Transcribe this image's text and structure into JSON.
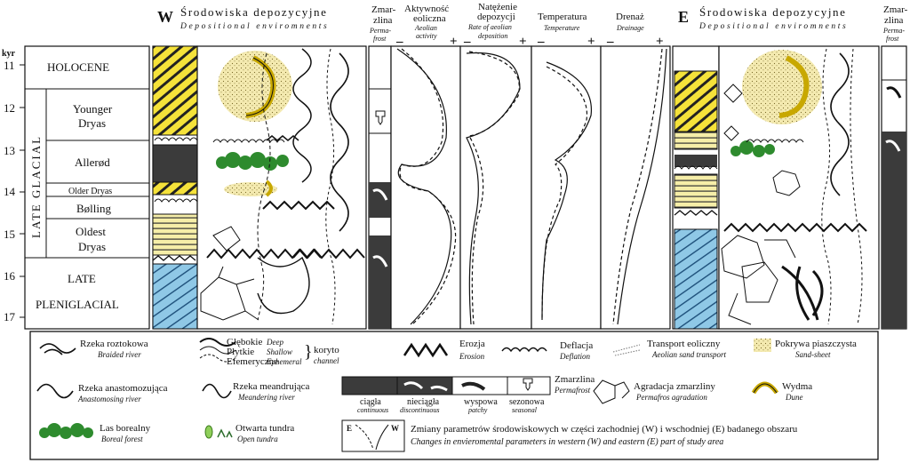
{
  "header": {
    "west_letter": "W",
    "east_letter": "E",
    "env_pl": "Środowiska depozycyjne",
    "env_en": "Depositional enviromnents",
    "perm_pl_1": "Zmar-",
    "perm_pl_2": "zlina",
    "perm_en_1": "Perma-",
    "perm_en_2": "frost",
    "aeol_pl_1": "Aktywność",
    "aeol_pl_2": "eoliczna",
    "aeol_en_1": "Aeolian",
    "aeol_en_2": "activity",
    "rate_pl_1": "Natężenie",
    "rate_pl_2": "depozycji",
    "rate_en_1": "Rate of aeolian",
    "rate_en_2": "deposition",
    "temp_pl": "Temperatura",
    "temp_en": "Temperature",
    "drain_pl": "Drenaż",
    "drain_en": "Drainage",
    "minus": "–",
    "plus": "+"
  },
  "axis": {
    "unit": "kyr",
    "ticks": [
      "11",
      "12",
      "13",
      "14",
      "15",
      "16",
      "17"
    ]
  },
  "periods": {
    "holocene": "HOLOCENE",
    "late_glacial": "LATE GLACIAL",
    "younger_1": "Younger",
    "younger_2": "Dryas",
    "allerod": "Allerød",
    "older_dryas": "Older Dryas",
    "bolling": "Bølling",
    "oldest_1": "Oldest",
    "oldest_2": "Dryas",
    "late_pleni_1": "LATE",
    "late_pleni_2": "PLENIGLACIAL"
  },
  "legend": {
    "braided_pl": "Rzeka roztokowa",
    "braided_en": "Braided river",
    "deep_pl": "Głębokie",
    "shallow_pl": "Płytkie",
    "ephem_pl": "Efemeryczne",
    "deep_en": "Deep",
    "shallow_en": "Shallow",
    "ephem_en": "Ephemeral",
    "channel_pl": "koryto",
    "channel_en": "channel",
    "erosion_pl": "Erozja",
    "erosion_en": "Erosion",
    "deflation_pl": "Deflacja",
    "deflation_en": "Deflation",
    "transport_pl": "Transport eoliczny",
    "transport_en": "Aeolian sand transport",
    "sheet_pl": "Pokrywa piaszczysta",
    "sheet_en": "Sand-sheet",
    "anast_pl": "Rzeka anastomozująca",
    "anast_en": "Anastomosing river",
    "meander_pl": "Rzeka meandrująca",
    "meander_en": "Meandering river",
    "cont_pl": "ciągła",
    "cont_en": "continuous",
    "disc_pl": "nieciągła",
    "disc_en": "discontinuous",
    "patchy_pl": "wyspowa",
    "patchy_en": "patchy",
    "seas_pl": "sezonowa",
    "seas_en": "seasonal",
    "permafrost_pl": "Zmarzlina",
    "permafrost_en": "Permafrost",
    "aggr_pl": "Agradacja zmarzliny",
    "aggr_en": "Permafros agradation",
    "dune_pl": "Wydma",
    "dune_en": "Dune",
    "forest_pl": "Las borealny",
    "forest_en": "Boreal forest",
    "tundra_pl": "Otwarta tundra",
    "tundra_en": "Open tundra",
    "changes_pl": "Zmiany parametrów środowiskowych w części zachodniej (W) i wschodniej (E) badanego obszaru",
    "changes_en": "Changes in envieromental parameters in western (W) and eastern (E) part of study area",
    "box_e": "E",
    "box_w": "W"
  },
  "colors": {
    "yellow": "#f5e23a",
    "sand": "#f4eab0",
    "blue": "#8fc8e6",
    "dark": "#3b3b3b",
    "forest": "#2e8b2e"
  }
}
